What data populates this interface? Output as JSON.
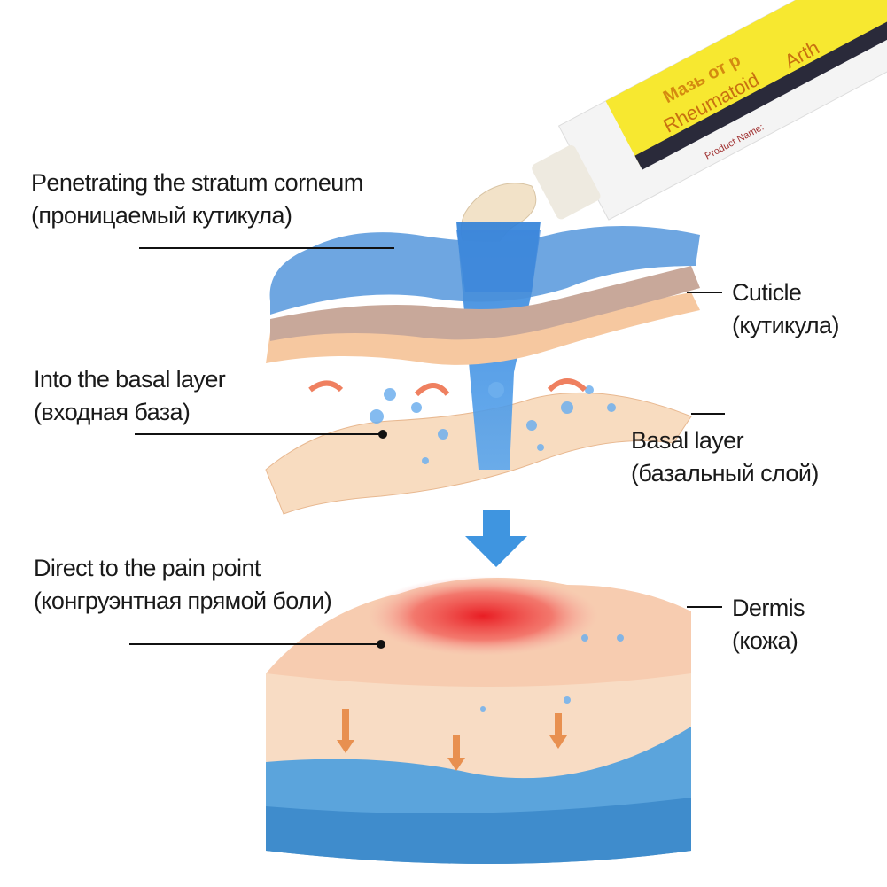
{
  "labels": {
    "stratum": {
      "en": "Penetrating the stratum corneum",
      "ru": "(проницаемый кутикула)"
    },
    "cuticle": {
      "en": "Cuticle",
      "ru": "(кутикула)"
    },
    "into_basal": {
      "en": "Into the basal layer",
      "ru": "(входная база)"
    },
    "basal": {
      "en": "Basal layer",
      "ru": "(базальный слой)"
    },
    "pain": {
      "en": "Direct to the pain point",
      "ru": "(конгруэнтная прямой боли)"
    },
    "dermis": {
      "en": "Dermis",
      "ru": "(кожа)"
    }
  },
  "tube": {
    "line1": "Мазь от р",
    "check1": "Rheumatoid",
    "check2": "Arth",
    "product_name": "Product Name:"
  },
  "colors": {
    "blue": "#4a90d9",
    "skin": "#f6d2b0",
    "pain": "#e8141c",
    "tube_yellow": "#f7e830"
  }
}
